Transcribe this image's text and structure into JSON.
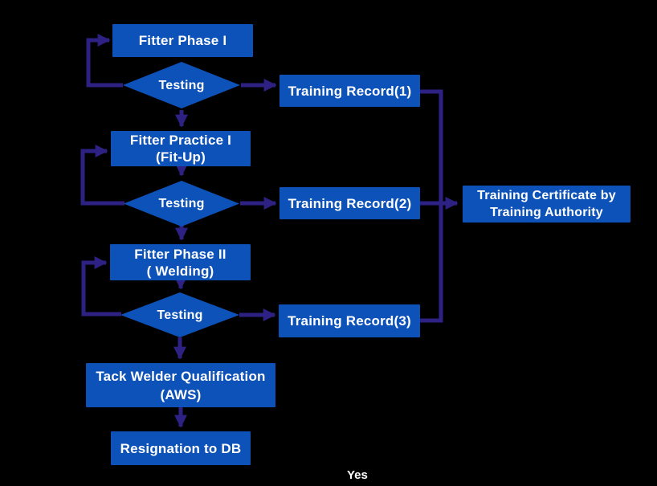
{
  "colors": {
    "background": "#000000",
    "node_fill": "#0d52b8",
    "arrow": "#2e2184",
    "text": "#ffffff"
  },
  "flowchart": {
    "nodes": {
      "fitter_phase_1": {
        "lines": [
          "Fitter Phase I"
        ]
      },
      "testing_1": {
        "lines": [
          "Testing"
        ]
      },
      "training_record_1": {
        "lines": [
          "Training Record(1)"
        ]
      },
      "fitter_practice_1": {
        "lines": [
          "Fitter Practice I",
          "(Fit-Up)"
        ]
      },
      "testing_2": {
        "lines": [
          "Testing"
        ]
      },
      "training_record_2": {
        "lines": [
          "Training Record(2)"
        ]
      },
      "fitter_phase_2": {
        "lines": [
          "Fitter Phase II",
          "( Welding)"
        ]
      },
      "testing_3": {
        "lines": [
          "Testing"
        ]
      },
      "training_record_3": {
        "lines": [
          "Training Record(3)"
        ]
      },
      "tack_welder_qualification": {
        "lines": [
          "Tack Welder Qualification",
          "(AWS)"
        ]
      },
      "resignation_to_db": {
        "lines": [
          "Resignation to DB"
        ]
      },
      "training_certificate": {
        "lines": [
          "Training Certificate by",
          "Training Authority"
        ]
      }
    },
    "edge_labels": {
      "yes": "Yes"
    }
  }
}
